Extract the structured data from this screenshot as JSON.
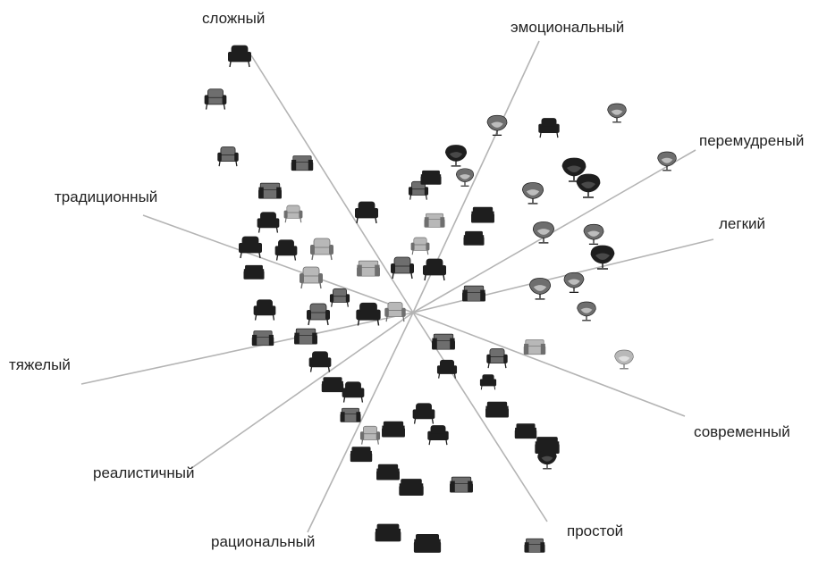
{
  "diagram": {
    "type": "semantic-space-axes",
    "axes": [
      {
        "id": "slozhny",
        "label": "сложный"
      },
      {
        "id": "emotsionalny",
        "label": "эмоциональный"
      },
      {
        "id": "peremudreny",
        "label": "перемудреный"
      },
      {
        "id": "legky",
        "label": "легкий"
      },
      {
        "id": "sovremenny",
        "label": "современный"
      },
      {
        "id": "prostoy",
        "label": "простой"
      },
      {
        "id": "ratsionalny",
        "label": "рациональный"
      },
      {
        "id": "realistichny",
        "label": "реалистичный"
      },
      {
        "id": "tyazhely",
        "label": "тяжелый"
      },
      {
        "id": "traditsionny",
        "label": "традиционный"
      }
    ],
    "item_icon": "armchair-icon",
    "item_count": 70,
    "colors": {
      "axis_line": "#b4b4b4",
      "label_text": "#222222",
      "item_dark": "#1e1e1e",
      "item_mid": "#6e6e6e",
      "item_light": "#b8b8b8"
    }
  }
}
